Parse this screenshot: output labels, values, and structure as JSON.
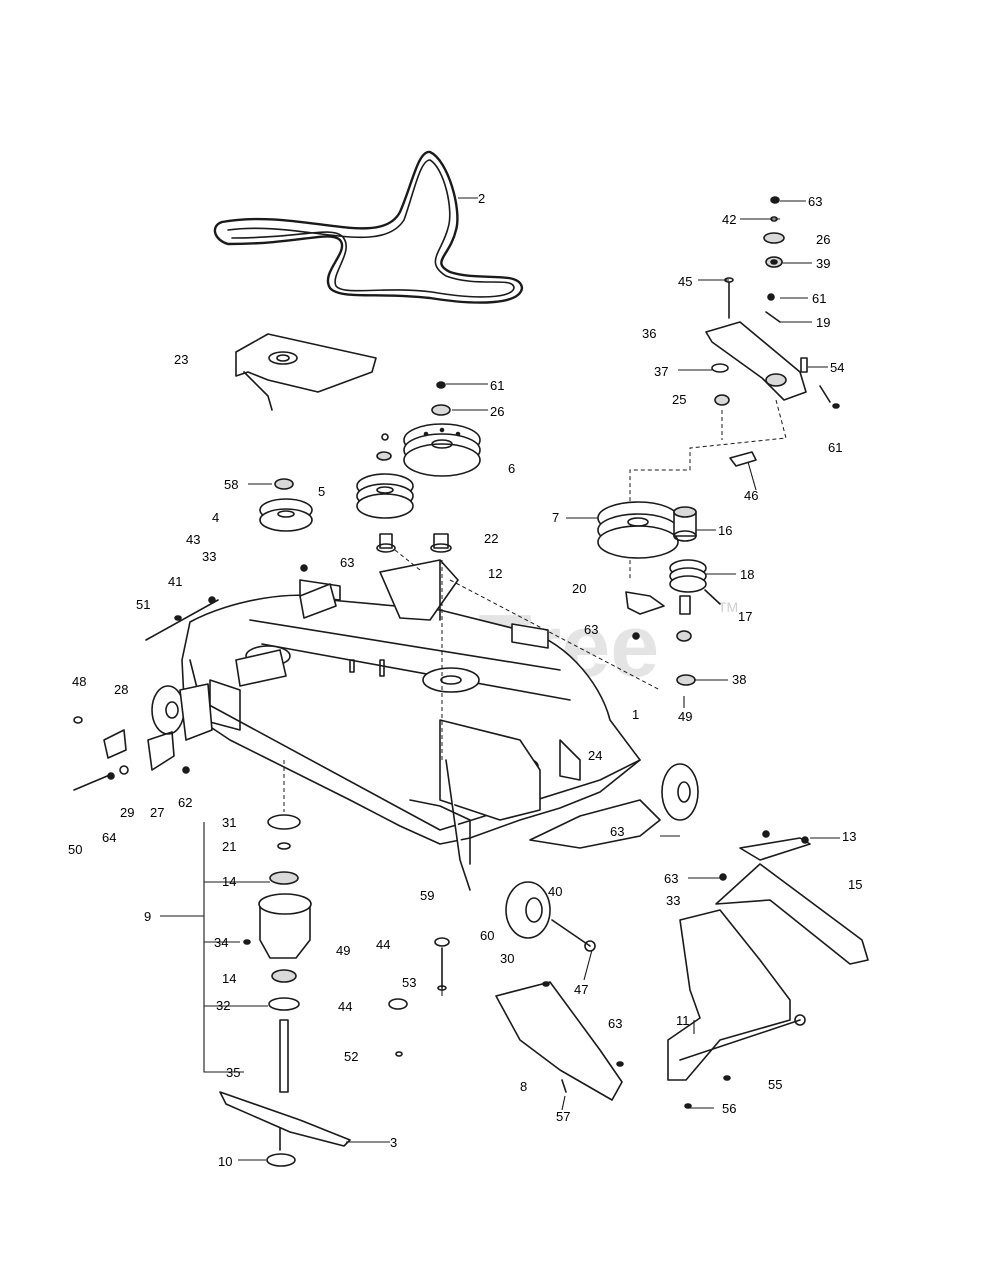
{
  "watermark": {
    "text": "PartsTree",
    "trademark": "TM"
  },
  "callouts": [
    {
      "id": "c-2",
      "text": "2"
    },
    {
      "id": "c-63a",
      "text": "63"
    },
    {
      "id": "c-42",
      "text": "42"
    },
    {
      "id": "c-26a",
      "text": "26"
    },
    {
      "id": "c-39",
      "text": "39"
    },
    {
      "id": "c-45",
      "text": "45"
    },
    {
      "id": "c-61a",
      "text": "61"
    },
    {
      "id": "c-19",
      "text": "19"
    },
    {
      "id": "c-36",
      "text": "36"
    },
    {
      "id": "c-54",
      "text": "54"
    },
    {
      "id": "c-37",
      "text": "37"
    },
    {
      "id": "c-25",
      "text": "25"
    },
    {
      "id": "c-61b",
      "text": "61"
    },
    {
      "id": "c-46",
      "text": "46"
    },
    {
      "id": "c-23",
      "text": "23"
    },
    {
      "id": "c-61c",
      "text": "61"
    },
    {
      "id": "c-26b",
      "text": "26"
    },
    {
      "id": "c-6",
      "text": "6"
    },
    {
      "id": "c-58",
      "text": "58"
    },
    {
      "id": "c-5",
      "text": "5"
    },
    {
      "id": "c-4",
      "text": "4"
    },
    {
      "id": "c-43",
      "text": "43"
    },
    {
      "id": "c-33a",
      "text": "33"
    },
    {
      "id": "c-41",
      "text": "41"
    },
    {
      "id": "c-51",
      "text": "51"
    },
    {
      "id": "c-22",
      "text": "22"
    },
    {
      "id": "c-63b",
      "text": "63"
    },
    {
      "id": "c-12",
      "text": "12"
    },
    {
      "id": "c-7",
      "text": "7"
    },
    {
      "id": "c-16",
      "text": "16"
    },
    {
      "id": "c-20",
      "text": "20"
    },
    {
      "id": "c-18",
      "text": "18"
    },
    {
      "id": "c-17",
      "text": "17"
    },
    {
      "id": "c-63c",
      "text": "63"
    },
    {
      "id": "c-38",
      "text": "38"
    },
    {
      "id": "c-48",
      "text": "48"
    },
    {
      "id": "c-28",
      "text": "28"
    },
    {
      "id": "c-1",
      "text": "1"
    },
    {
      "id": "c-49a",
      "text": "49"
    },
    {
      "id": "c-24",
      "text": "24"
    },
    {
      "id": "c-29",
      "text": "29"
    },
    {
      "id": "c-27",
      "text": "27"
    },
    {
      "id": "c-62",
      "text": "62"
    },
    {
      "id": "c-50",
      "text": "50"
    },
    {
      "id": "c-64",
      "text": "64"
    },
    {
      "id": "c-31",
      "text": "31"
    },
    {
      "id": "c-21",
      "text": "21"
    },
    {
      "id": "c-63d",
      "text": "63"
    },
    {
      "id": "c-13",
      "text": "13"
    },
    {
      "id": "c-14a",
      "text": "14"
    },
    {
      "id": "c-9",
      "text": "9"
    },
    {
      "id": "c-59",
      "text": "59"
    },
    {
      "id": "c-40",
      "text": "40"
    },
    {
      "id": "c-63e",
      "text": "63"
    },
    {
      "id": "c-15",
      "text": "15"
    },
    {
      "id": "c-33b",
      "text": "33"
    },
    {
      "id": "c-34",
      "text": "34"
    },
    {
      "id": "c-49b",
      "text": "49"
    },
    {
      "id": "c-44a",
      "text": "44"
    },
    {
      "id": "c-60",
      "text": "60"
    },
    {
      "id": "c-30",
      "text": "30"
    },
    {
      "id": "c-47",
      "text": "47"
    },
    {
      "id": "c-14b",
      "text": "14"
    },
    {
      "id": "c-53",
      "text": "53"
    },
    {
      "id": "c-32",
      "text": "32"
    },
    {
      "id": "c-44b",
      "text": "44"
    },
    {
      "id": "c-63f",
      "text": "63"
    },
    {
      "id": "c-11",
      "text": "11"
    },
    {
      "id": "c-52",
      "text": "52"
    },
    {
      "id": "c-35",
      "text": "35"
    },
    {
      "id": "c-8",
      "text": "8"
    },
    {
      "id": "c-55",
      "text": "55"
    },
    {
      "id": "c-57",
      "text": "57"
    },
    {
      "id": "c-56",
      "text": "56"
    },
    {
      "id": "c-3",
      "text": "3"
    },
    {
      "id": "c-10",
      "text": "10"
    }
  ]
}
